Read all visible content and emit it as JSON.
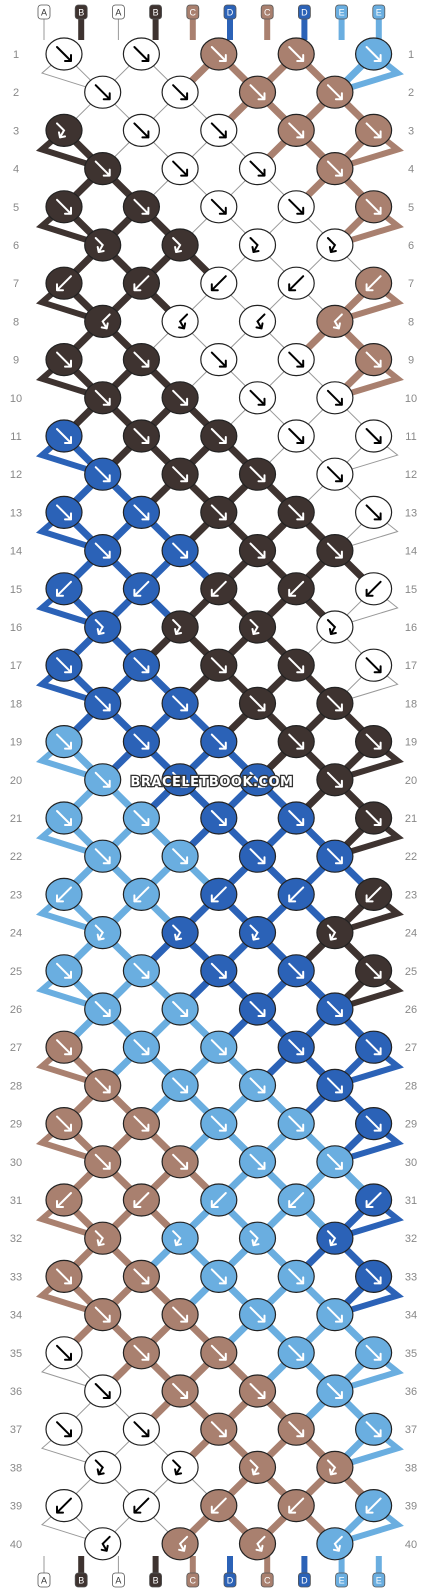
{
  "colors": {
    "A": "#ffffff",
    "B": "#3e3330",
    "C": "#a9806f",
    "D": "#2b62b7",
    "E": "#6aaee0"
  },
  "watermark": "BRACELETBOOK.COM",
  "strands_top": [
    "A",
    "B",
    "A",
    "B",
    "C",
    "D",
    "C",
    "D",
    "E",
    "E"
  ],
  "strands_bottom": [
    "A",
    "B",
    "A",
    "B",
    "C",
    "D",
    "C",
    "D",
    "E",
    "E"
  ],
  "rows": [
    {
      "label": "1",
      "knots": [
        {
          "c": "A",
          "d": "R"
        },
        {
          "c": "A",
          "d": "R"
        },
        {
          "c": "C",
          "d": "R"
        },
        {
          "c": "C",
          "d": "R"
        },
        {
          "c": "E",
          "d": "R"
        }
      ]
    },
    {
      "label": "2",
      "knots": [
        {
          "c": "A",
          "d": "R"
        },
        {
          "c": "A",
          "d": "R"
        },
        {
          "c": "C",
          "d": "R"
        },
        {
          "c": "C",
          "d": "R"
        }
      ]
    },
    {
      "label": "3",
      "knots": [
        {
          "c": "B",
          "d": "RL"
        },
        {
          "c": "A",
          "d": "R"
        },
        {
          "c": "A",
          "d": "R"
        },
        {
          "c": "C",
          "d": "R"
        },
        {
          "c": "C",
          "d": "R"
        }
      ]
    },
    {
      "label": "4",
      "knots": [
        {
          "c": "B",
          "d": "R"
        },
        {
          "c": "A",
          "d": "R"
        },
        {
          "c": "A",
          "d": "R"
        },
        {
          "c": "C",
          "d": "R"
        }
      ]
    },
    {
      "label": "5",
      "knots": [
        {
          "c": "B",
          "d": "R"
        },
        {
          "c": "B",
          "d": "R"
        },
        {
          "c": "A",
          "d": "R"
        },
        {
          "c": "A",
          "d": "R"
        },
        {
          "c": "C",
          "d": "R"
        }
      ]
    },
    {
      "label": "6",
      "knots": [
        {
          "c": "B",
          "d": "RL"
        },
        {
          "c": "B",
          "d": "RL"
        },
        {
          "c": "A",
          "d": "RL"
        },
        {
          "c": "A",
          "d": "RL"
        }
      ]
    },
    {
      "label": "7",
      "knots": [
        {
          "c": "B",
          "d": "L"
        },
        {
          "c": "B",
          "d": "L"
        },
        {
          "c": "A",
          "d": "L"
        },
        {
          "c": "A",
          "d": "L"
        },
        {
          "c": "C",
          "d": "L"
        }
      ]
    },
    {
      "label": "8",
      "knots": [
        {
          "c": "B",
          "d": "LR"
        },
        {
          "c": "A",
          "d": "LR"
        },
        {
          "c": "A",
          "d": "LR"
        },
        {
          "c": "C",
          "d": "LR"
        }
      ]
    },
    {
      "label": "9",
      "knots": [
        {
          "c": "B",
          "d": "R"
        },
        {
          "c": "B",
          "d": "R"
        },
        {
          "c": "A",
          "d": "R"
        },
        {
          "c": "A",
          "d": "R"
        },
        {
          "c": "C",
          "d": "R"
        }
      ]
    },
    {
      "label": "10",
      "knots": [
        {
          "c": "B",
          "d": "R"
        },
        {
          "c": "B",
          "d": "R"
        },
        {
          "c": "A",
          "d": "R"
        },
        {
          "c": "A",
          "d": "R"
        }
      ]
    },
    {
      "label": "11",
      "knots": [
        {
          "c": "D",
          "d": "R"
        },
        {
          "c": "B",
          "d": "R"
        },
        {
          "c": "B",
          "d": "R"
        },
        {
          "c": "A",
          "d": "R"
        },
        {
          "c": "A",
          "d": "R"
        }
      ]
    },
    {
      "label": "12",
      "knots": [
        {
          "c": "D",
          "d": "R"
        },
        {
          "c": "B",
          "d": "R"
        },
        {
          "c": "B",
          "d": "R"
        },
        {
          "c": "A",
          "d": "R"
        }
      ]
    },
    {
      "label": "13",
      "knots": [
        {
          "c": "D",
          "d": "R"
        },
        {
          "c": "D",
          "d": "R"
        },
        {
          "c": "B",
          "d": "R"
        },
        {
          "c": "B",
          "d": "R"
        },
        {
          "c": "A",
          "d": "R"
        }
      ]
    },
    {
      "label": "14",
      "knots": [
        {
          "c": "D",
          "d": "R"
        },
        {
          "c": "D",
          "d": "R"
        },
        {
          "c": "B",
          "d": "R"
        },
        {
          "c": "B",
          "d": "R"
        }
      ]
    },
    {
      "label": "15",
      "knots": [
        {
          "c": "D",
          "d": "L"
        },
        {
          "c": "D",
          "d": "L"
        },
        {
          "c": "B",
          "d": "L"
        },
        {
          "c": "B",
          "d": "L"
        },
        {
          "c": "A",
          "d": "L"
        }
      ]
    },
    {
      "label": "16",
      "knots": [
        {
          "c": "D",
          "d": "RL"
        },
        {
          "c": "B",
          "d": "RL"
        },
        {
          "c": "B",
          "d": "RL"
        },
        {
          "c": "A",
          "d": "RL"
        }
      ]
    },
    {
      "label": "17",
      "knots": [
        {
          "c": "D",
          "d": "R"
        },
        {
          "c": "D",
          "d": "R"
        },
        {
          "c": "B",
          "d": "R"
        },
        {
          "c": "B",
          "d": "R"
        },
        {
          "c": "A",
          "d": "R"
        }
      ]
    },
    {
      "label": "18",
      "knots": [
        {
          "c": "D",
          "d": "R"
        },
        {
          "c": "D",
          "d": "R"
        },
        {
          "c": "B",
          "d": "R"
        },
        {
          "c": "B",
          "d": "R"
        }
      ]
    },
    {
      "label": "19",
      "knots": [
        {
          "c": "E",
          "d": "R"
        },
        {
          "c": "D",
          "d": "R"
        },
        {
          "c": "D",
          "d": "R"
        },
        {
          "c": "B",
          "d": "R"
        },
        {
          "c": "B",
          "d": "R"
        }
      ]
    },
    {
      "label": "20",
      "knots": [
        {
          "c": "E",
          "d": "R"
        },
        {
          "c": "D",
          "d": "R"
        },
        {
          "c": "D",
          "d": "R"
        },
        {
          "c": "B",
          "d": "R"
        }
      ]
    },
    {
      "label": "21",
      "knots": [
        {
          "c": "E",
          "d": "R"
        },
        {
          "c": "E",
          "d": "R"
        },
        {
          "c": "D",
          "d": "R"
        },
        {
          "c": "D",
          "d": "R"
        },
        {
          "c": "B",
          "d": "R"
        }
      ]
    },
    {
      "label": "22",
      "knots": [
        {
          "c": "E",
          "d": "R"
        },
        {
          "c": "E",
          "d": "R"
        },
        {
          "c": "D",
          "d": "R"
        },
        {
          "c": "D",
          "d": "R"
        }
      ]
    },
    {
      "label": "23",
      "knots": [
        {
          "c": "E",
          "d": "L"
        },
        {
          "c": "E",
          "d": "L"
        },
        {
          "c": "D",
          "d": "L"
        },
        {
          "c": "D",
          "d": "L"
        },
        {
          "c": "B",
          "d": "L"
        }
      ]
    },
    {
      "label": "24",
      "knots": [
        {
          "c": "E",
          "d": "RL"
        },
        {
          "c": "D",
          "d": "RL"
        },
        {
          "c": "D",
          "d": "RL"
        },
        {
          "c": "B",
          "d": "RL"
        }
      ]
    },
    {
      "label": "25",
      "knots": [
        {
          "c": "E",
          "d": "R"
        },
        {
          "c": "E",
          "d": "R"
        },
        {
          "c": "D",
          "d": "R"
        },
        {
          "c": "D",
          "d": "R"
        },
        {
          "c": "B",
          "d": "R"
        }
      ]
    },
    {
      "label": "26",
      "knots": [
        {
          "c": "E",
          "d": "R"
        },
        {
          "c": "E",
          "d": "R"
        },
        {
          "c": "D",
          "d": "R"
        },
        {
          "c": "D",
          "d": "R"
        }
      ]
    },
    {
      "label": "27",
      "knots": [
        {
          "c": "C",
          "d": "R"
        },
        {
          "c": "E",
          "d": "R"
        },
        {
          "c": "E",
          "d": "R"
        },
        {
          "c": "D",
          "d": "R"
        },
        {
          "c": "D",
          "d": "R"
        }
      ]
    },
    {
      "label": "28",
      "knots": [
        {
          "c": "C",
          "d": "R"
        },
        {
          "c": "E",
          "d": "R"
        },
        {
          "c": "E",
          "d": "R"
        },
        {
          "c": "D",
          "d": "R"
        }
      ]
    },
    {
      "label": "29",
      "knots": [
        {
          "c": "C",
          "d": "R"
        },
        {
          "c": "C",
          "d": "R"
        },
        {
          "c": "E",
          "d": "R"
        },
        {
          "c": "E",
          "d": "R"
        },
        {
          "c": "D",
          "d": "R"
        }
      ]
    },
    {
      "label": "30",
      "knots": [
        {
          "c": "C",
          "d": "R"
        },
        {
          "c": "C",
          "d": "R"
        },
        {
          "c": "E",
          "d": "R"
        },
        {
          "c": "E",
          "d": "R"
        }
      ]
    },
    {
      "label": "31",
      "knots": [
        {
          "c": "C",
          "d": "L"
        },
        {
          "c": "C",
          "d": "L"
        },
        {
          "c": "E",
          "d": "L"
        },
        {
          "c": "E",
          "d": "L"
        },
        {
          "c": "D",
          "d": "L"
        }
      ]
    },
    {
      "label": "32",
      "knots": [
        {
          "c": "C",
          "d": "RL"
        },
        {
          "c": "E",
          "d": "RL"
        },
        {
          "c": "E",
          "d": "RL"
        },
        {
          "c": "D",
          "d": "RL"
        }
      ]
    },
    {
      "label": "33",
      "knots": [
        {
          "c": "C",
          "d": "R"
        },
        {
          "c": "C",
          "d": "R"
        },
        {
          "c": "E",
          "d": "R"
        },
        {
          "c": "E",
          "d": "R"
        },
        {
          "c": "D",
          "d": "R"
        }
      ]
    },
    {
      "label": "34",
      "knots": [
        {
          "c": "C",
          "d": "R"
        },
        {
          "c": "C",
          "d": "R"
        },
        {
          "c": "E",
          "d": "R"
        },
        {
          "c": "E",
          "d": "R"
        }
      ]
    },
    {
      "label": "35",
      "knots": [
        {
          "c": "A",
          "d": "R"
        },
        {
          "c": "C",
          "d": "R"
        },
        {
          "c": "C",
          "d": "R"
        },
        {
          "c": "E",
          "d": "R"
        },
        {
          "c": "E",
          "d": "R"
        }
      ]
    },
    {
      "label": "36",
      "knots": [
        {
          "c": "A",
          "d": "R"
        },
        {
          "c": "C",
          "d": "R"
        },
        {
          "c": "C",
          "d": "R"
        },
        {
          "c": "E",
          "d": "R"
        }
      ]
    },
    {
      "label": "37",
      "knots": [
        {
          "c": "A",
          "d": "R"
        },
        {
          "c": "A",
          "d": "R"
        },
        {
          "c": "C",
          "d": "R"
        },
        {
          "c": "C",
          "d": "R"
        },
        {
          "c": "E",
          "d": "R"
        }
      ]
    },
    {
      "label": "38",
      "knots": [
        {
          "c": "A",
          "d": "RL"
        },
        {
          "c": "A",
          "d": "RL"
        },
        {
          "c": "C",
          "d": "RL"
        },
        {
          "c": "C",
          "d": "RL"
        }
      ]
    },
    {
      "label": "39",
      "knots": [
        {
          "c": "A",
          "d": "L"
        },
        {
          "c": "A",
          "d": "L"
        },
        {
          "c": "C",
          "d": "L"
        },
        {
          "c": "C",
          "d": "L"
        },
        {
          "c": "E",
          "d": "L"
        }
      ]
    },
    {
      "label": "40",
      "knots": [
        {
          "c": "A",
          "d": "LR"
        },
        {
          "c": "C",
          "d": "LR"
        },
        {
          "c": "C",
          "d": "LR"
        },
        {
          "c": "E",
          "d": "LR"
        }
      ]
    }
  ]
}
